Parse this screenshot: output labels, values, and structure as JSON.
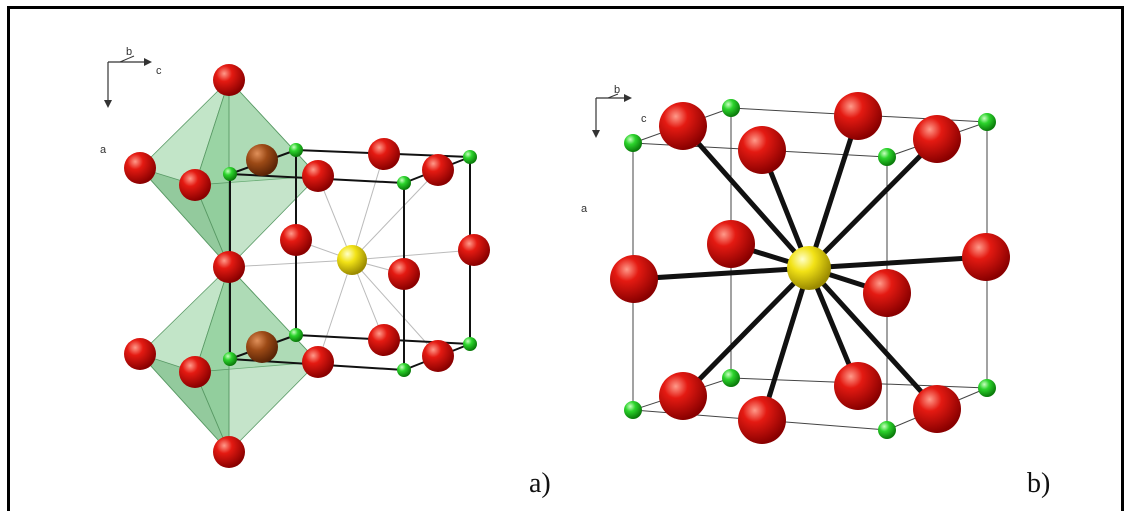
{
  "panels": [
    {
      "id": "a",
      "label": "a)",
      "axes": {
        "b": "b",
        "c": "c",
        "a": "a"
      }
    },
    {
      "id": "b",
      "label": "b)",
      "axes": {
        "b": "b",
        "c": "c",
        "a": "a"
      }
    }
  ],
  "colors": {
    "oxygen": "#e01010",
    "a_site": "#f0e010",
    "b_site": "#22cc22",
    "b_site_dark": "#9a4a1a",
    "octahedron": "#7fc48a",
    "frame": "#000000"
  }
}
